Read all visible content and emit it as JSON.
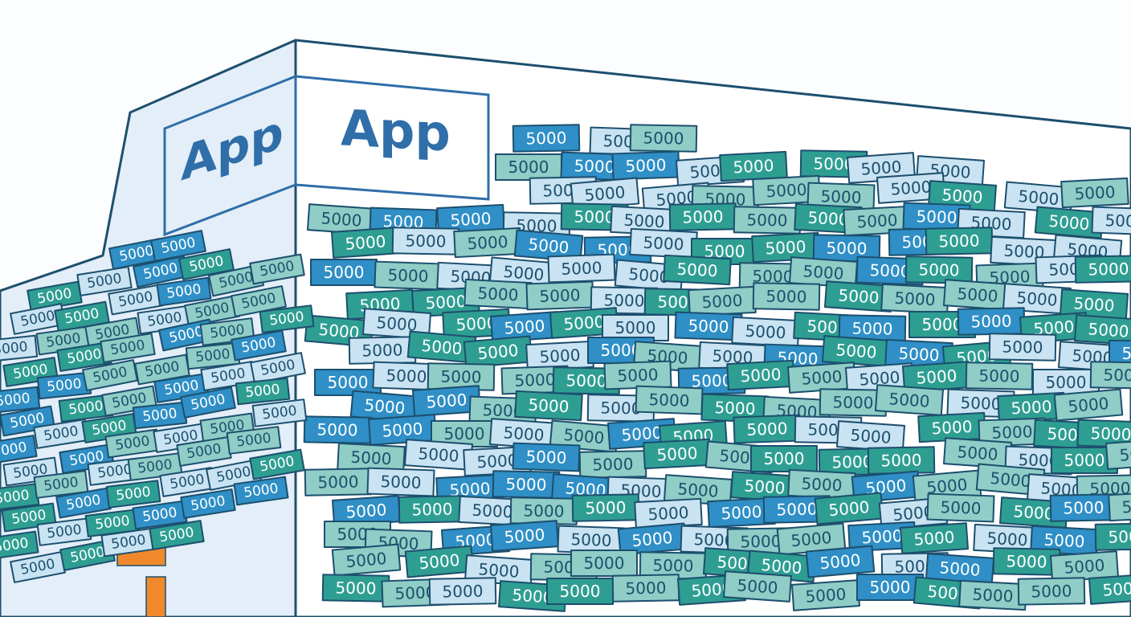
{
  "building": {
    "left_sign_label": "App",
    "front_sign_label": "App"
  },
  "note_label": "5000",
  "palette": {
    "outline": "#1d4f6e",
    "sign_blue": "#2f6ea8",
    "wall_left": "#e3eef8",
    "wall_front": "#ffffff",
    "door": "#f0892b",
    "note_fills": [
      "#2f9e92",
      "#2f8fc6",
      "#8fcdc6",
      "#c9e3f2"
    ]
  },
  "notes": {
    "front_visible_count": 230,
    "left_visible_count": 70
  }
}
